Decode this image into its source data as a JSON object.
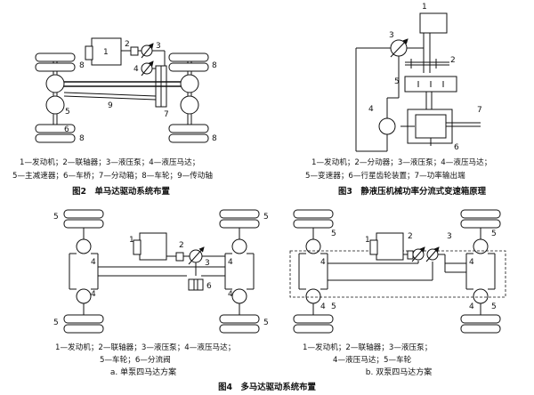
{
  "figure2": {
    "legend_line1": "1—发动机；2—联轴器；3—液压泵；4—液压马达；",
    "legend_line2": "5—主减速器；6—车桥；7—分动箱；8—车轮；9—传动轴",
    "caption": "图2　单马达驱动系统布置",
    "labels": [
      "1",
      "2",
      "3",
      "4",
      "5",
      "6",
      "7",
      "8",
      "8",
      "8",
      "8",
      "9"
    ]
  },
  "figure3": {
    "legend_line1": "1—发动机；2—分动器；3—液压泵；4—液压马达；",
    "legend_line2": "5—变速器；6—行星齿轮装置；7—功率输出端",
    "caption": "图3　静液压机械功率分流式变速箱原理",
    "labels": [
      "1",
      "2",
      "3",
      "4",
      "5",
      "6",
      "7"
    ]
  },
  "figure4": {
    "a": {
      "legend_line1": "1—发动机；2—联轴器；3—液压泵；4—液压马达；",
      "legend_line2": "5—车轮；6—分流阀",
      "subcaption": "a. 单泵四马达方案",
      "labels": [
        "1",
        "2",
        "3",
        "4",
        "4",
        "4",
        "4",
        "5",
        "5",
        "5",
        "5",
        "6"
      ]
    },
    "b": {
      "legend_line1": "1—发动机；2—联轴器；3—液压泵；",
      "legend_line2": "4—液压马达；5—车轮",
      "subcaption": "b. 双泵四马达方案",
      "labels": [
        "1",
        "2",
        "3",
        "4",
        "4",
        "4",
        "4",
        "5",
        "5",
        "5",
        "5"
      ]
    },
    "caption": "图4　多马达驱动系统布置"
  }
}
